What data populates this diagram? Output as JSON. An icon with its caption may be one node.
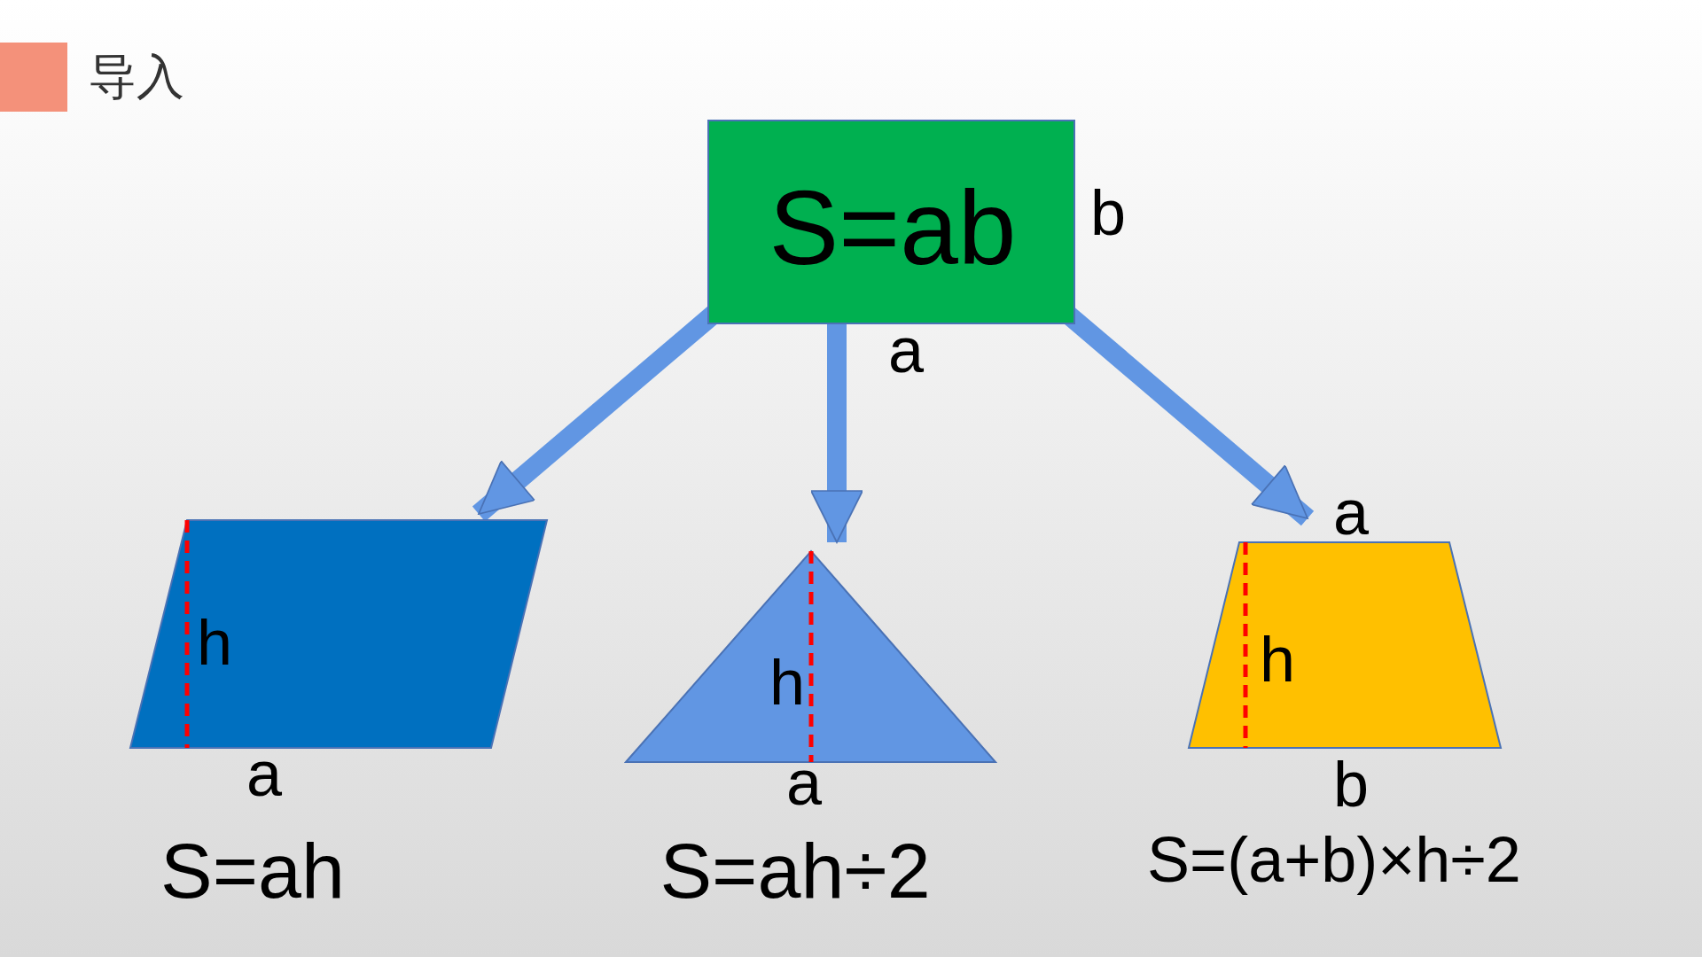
{
  "diagram": {
    "title": "导入",
    "nodes": [
      {
        "text": [
          "S=ab"
        ],
        "beside": [
          "b",
          "a"
        ]
      },
      {
        "text": [
          "h"
        ],
        "beside": [
          "a",
          "S=ah"
        ]
      },
      {
        "text": [
          "h"
        ],
        "beside": [
          "a",
          "S=ah÷2"
        ]
      },
      {
        "text": [
          "h"
        ],
        "beside": [
          "a",
          "b",
          "S=(a+b)×h÷2"
        ]
      }
    ],
    "edges": [
      {
        "from": 0,
        "to": 1,
        "arrow": "to"
      },
      {
        "from": 0,
        "to": 2,
        "arrow": "to"
      },
      {
        "from": 0,
        "to": 3,
        "arrow": "to"
      }
    ]
  }
}
